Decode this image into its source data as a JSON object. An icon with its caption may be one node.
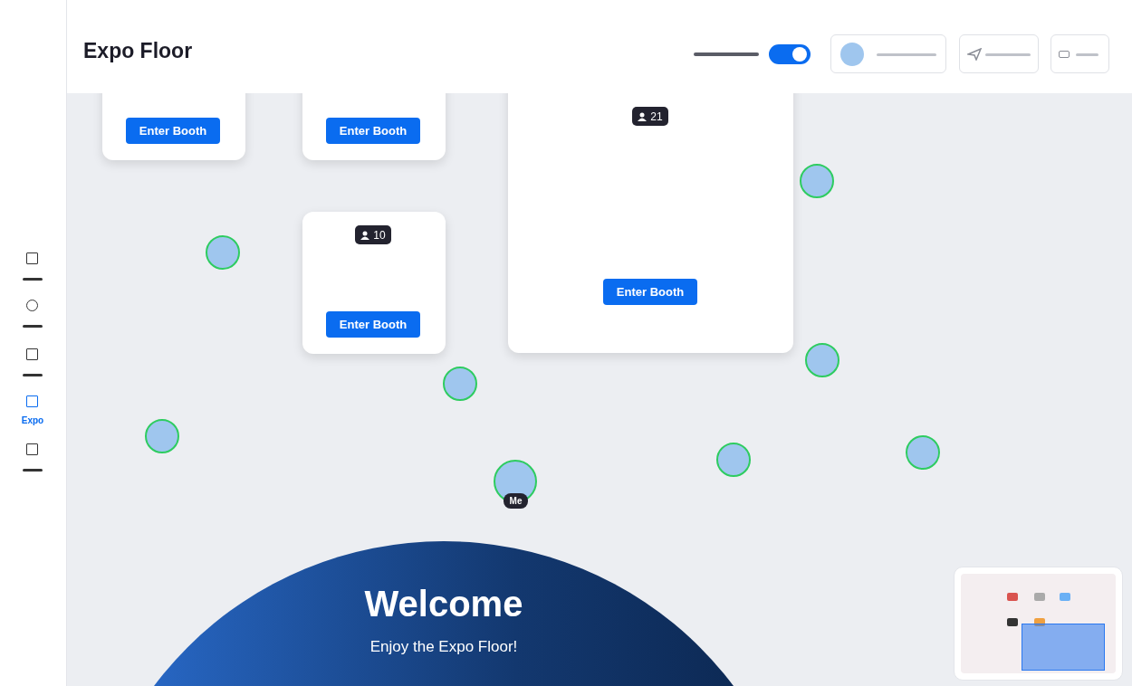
{
  "diagram": {
    "title": "Expo Floor",
    "labels": [
      "21",
      "Enter Booth",
      "Enter Booth",
      "10",
      "Enter Booth",
      "Enter Booth",
      "Expo",
      "Me",
      "Welcome",
      "Enjoy the Expo Floor!"
    ]
  }
}
